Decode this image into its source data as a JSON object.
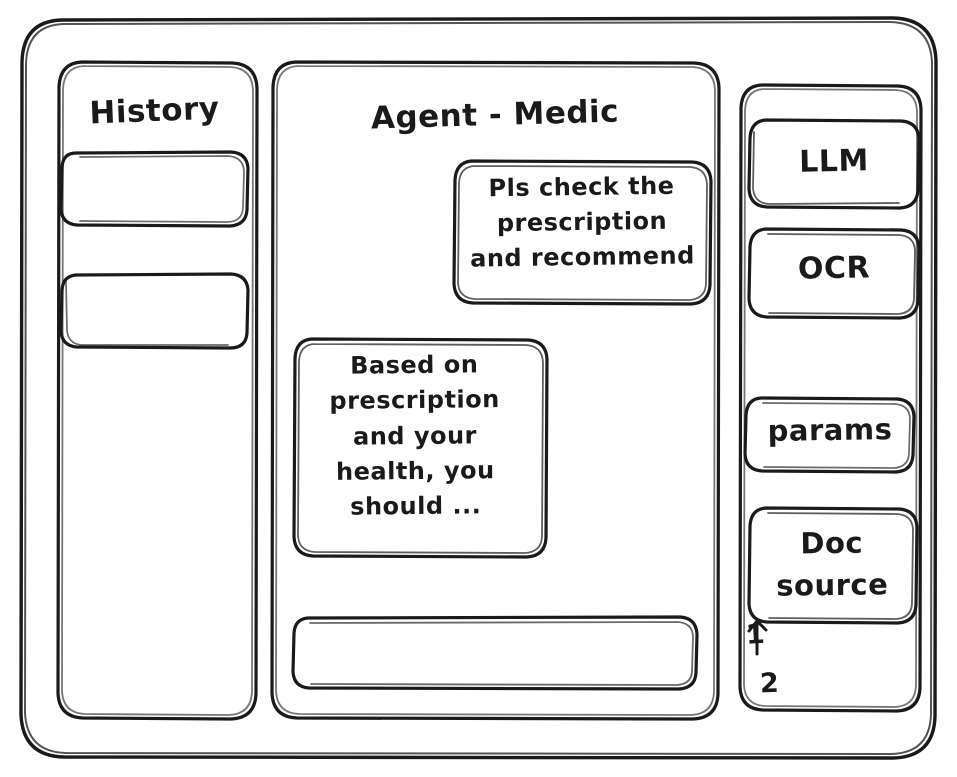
{
  "window": {
    "style": "hand-drawn-wireframe",
    "stroke_color": "#1a1a1a",
    "background_color": "#ffffff"
  },
  "sidebar_left": {
    "title": "History",
    "items": [
      {
        "label": ""
      },
      {
        "label": ""
      }
    ]
  },
  "main": {
    "title": "Agent - Medic",
    "messages": [
      {
        "role": "user",
        "align": "right",
        "text": "Pls check the\nprescription\nand recommend"
      },
      {
        "role": "agent",
        "align": "left",
        "text": "Based on\nprescription\nand your\nhealth, you\nshould ..."
      }
    ],
    "composer": {
      "value": "",
      "placeholder": ""
    }
  },
  "sidebar_right": {
    "tools": [
      {
        "label": "LLM"
      },
      {
        "label": "OCR"
      }
    ],
    "params": {
      "label": "params"
    },
    "doc_source": {
      "label": "Doc\nsource",
      "items": [
        {
          "label": "1"
        },
        {
          "label": "2"
        }
      ]
    }
  }
}
